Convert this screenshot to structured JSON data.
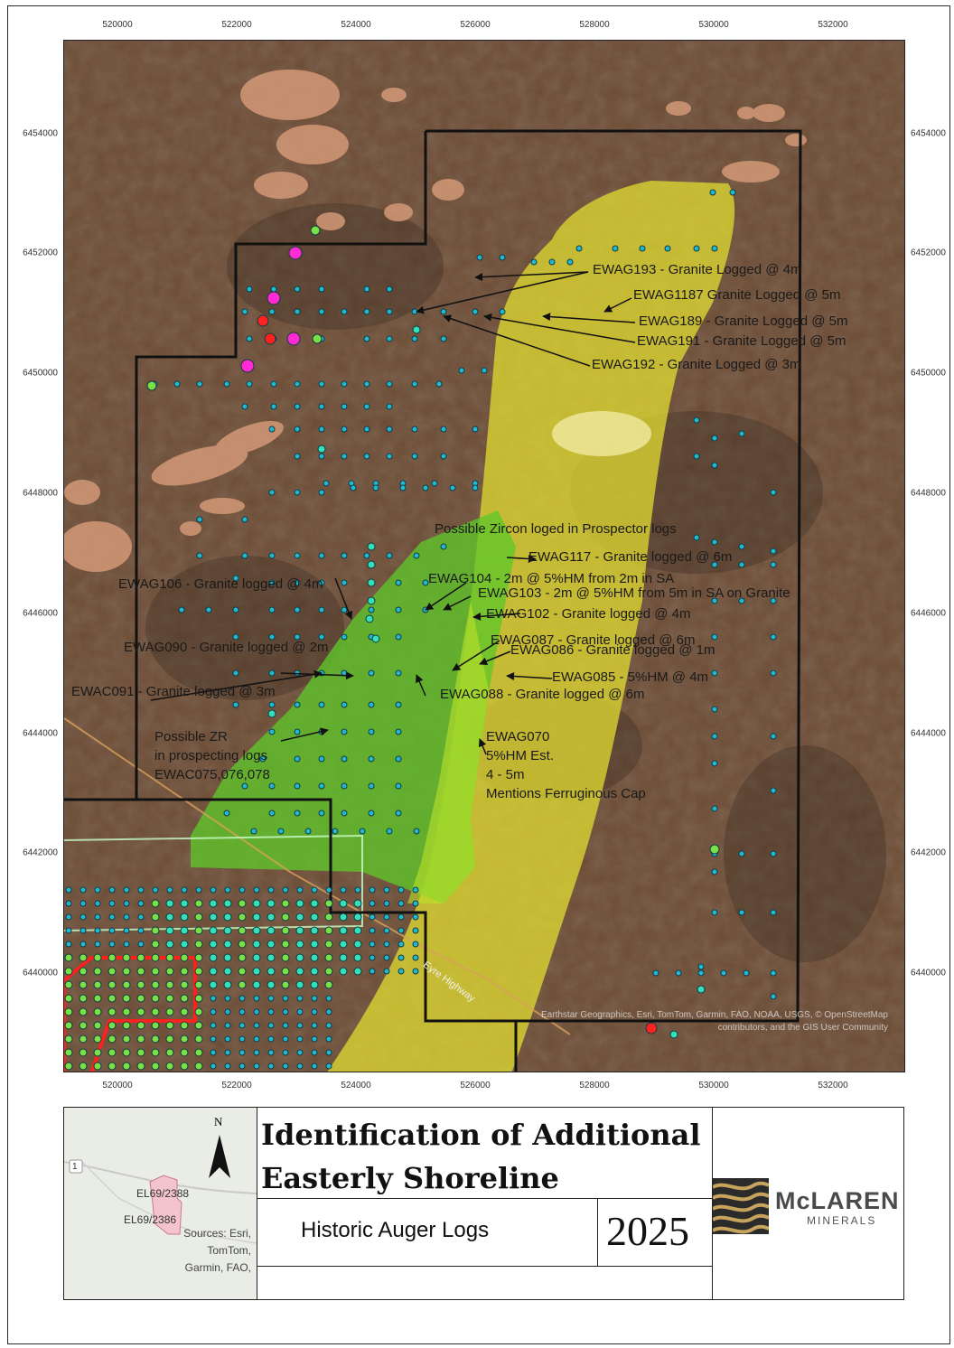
{
  "map": {
    "x_ticks": [
      "520000",
      "522000",
      "524000",
      "526000",
      "528000",
      "530000",
      "532000"
    ],
    "y_ticks": [
      "6454000",
      "6452000",
      "6450000",
      "6448000",
      "6446000",
      "6444000",
      "6442000",
      "6440000"
    ],
    "labels": [
      {
        "id": "ewag193",
        "text": "EWAG193 - Granite Logged @ 4m"
      },
      {
        "id": "ewag1187",
        "text": "EWAG1187 Granite Logged @ 5m"
      },
      {
        "id": "ewag189",
        "text": "EWAG189 - Granite Logged @ 5m"
      },
      {
        "id": "ewag191",
        "text": "EWAG191 - Granite Logged @ 5m"
      },
      {
        "id": "ewag192",
        "text": "EWAG192 - Granite Logged @ 3m"
      },
      {
        "id": "zircon",
        "text": "Possible Zircon loged in Prospector logs"
      },
      {
        "id": "ewag117",
        "text": "EWAG117 - Granite logged @ 6m"
      },
      {
        "id": "ewag106",
        "text": "EWAG106 - Granite logged @ 4m"
      },
      {
        "id": "ewag104",
        "text": "EWAG104 - 2m @ 5%HM from 2m in SA"
      },
      {
        "id": "ewag103",
        "text": "EWAG103 - 2m @ 5%HM from 5m in SA on Granite"
      },
      {
        "id": "ewag102",
        "text": "EWAG102 - Granite logged @ 4m"
      },
      {
        "id": "ewag090",
        "text": "EWAG090 - Granite logged @ 2m"
      },
      {
        "id": "ewag087",
        "text": "EWAG087 - Granite logged @ 6m"
      },
      {
        "id": "ewag086",
        "text": "EWAG086 - Granite logged @ 1m"
      },
      {
        "id": "ewag085",
        "text": "EWAG085 - 5%HM @ 4m"
      },
      {
        "id": "ewac091",
        "text": "EWAC091 - Granite logged @ 3m"
      },
      {
        "id": "ewag088",
        "text": "EWAG088 - Granite logged @ 6m"
      },
      {
        "id": "possible_zr",
        "text": "Possible ZR\nin prospecting logs\nEWAC075,076,078"
      },
      {
        "id": "ewag070",
        "text": "EWAG070\n5%HM Est.\n4 - 5m\nMentions Ferruginous Cap"
      }
    ],
    "road_label": "Eyre Highway",
    "attribution": "Earthstar Geographics, Esri, TomTom, Garmin, FAO, NOAA, USGS, © OpenStreetMap contributors, and the GIS User Community",
    "colors": {
      "terrain": "#6b4a34",
      "yellow_zone": "#e6e230",
      "green_zone": "#5fc72a",
      "lime_overlap": "#b8dc2a",
      "boundary": "#111111",
      "drill_hole": "#21b9d0",
      "drill_hole_mid": "#33e0b8",
      "drill_hole_green": "#79e046",
      "tenement_red": "#ff2020",
      "magenta_hole": "#ff2ad4"
    }
  },
  "title_block": {
    "title": "Identification of  Additional\n Easterly Shoreline",
    "subtitle": "Historic Auger Logs",
    "year": "2025",
    "logo_name": "McLAREN",
    "logo_sub": "MINERALS",
    "inset": {
      "north": "N",
      "road_shield": "1",
      "tenement_1": "EL69/2388",
      "tenement_2": "EL69/2386",
      "sources": "Sources: Esri,\nTomTom,\nGarmin, FAO,"
    }
  }
}
